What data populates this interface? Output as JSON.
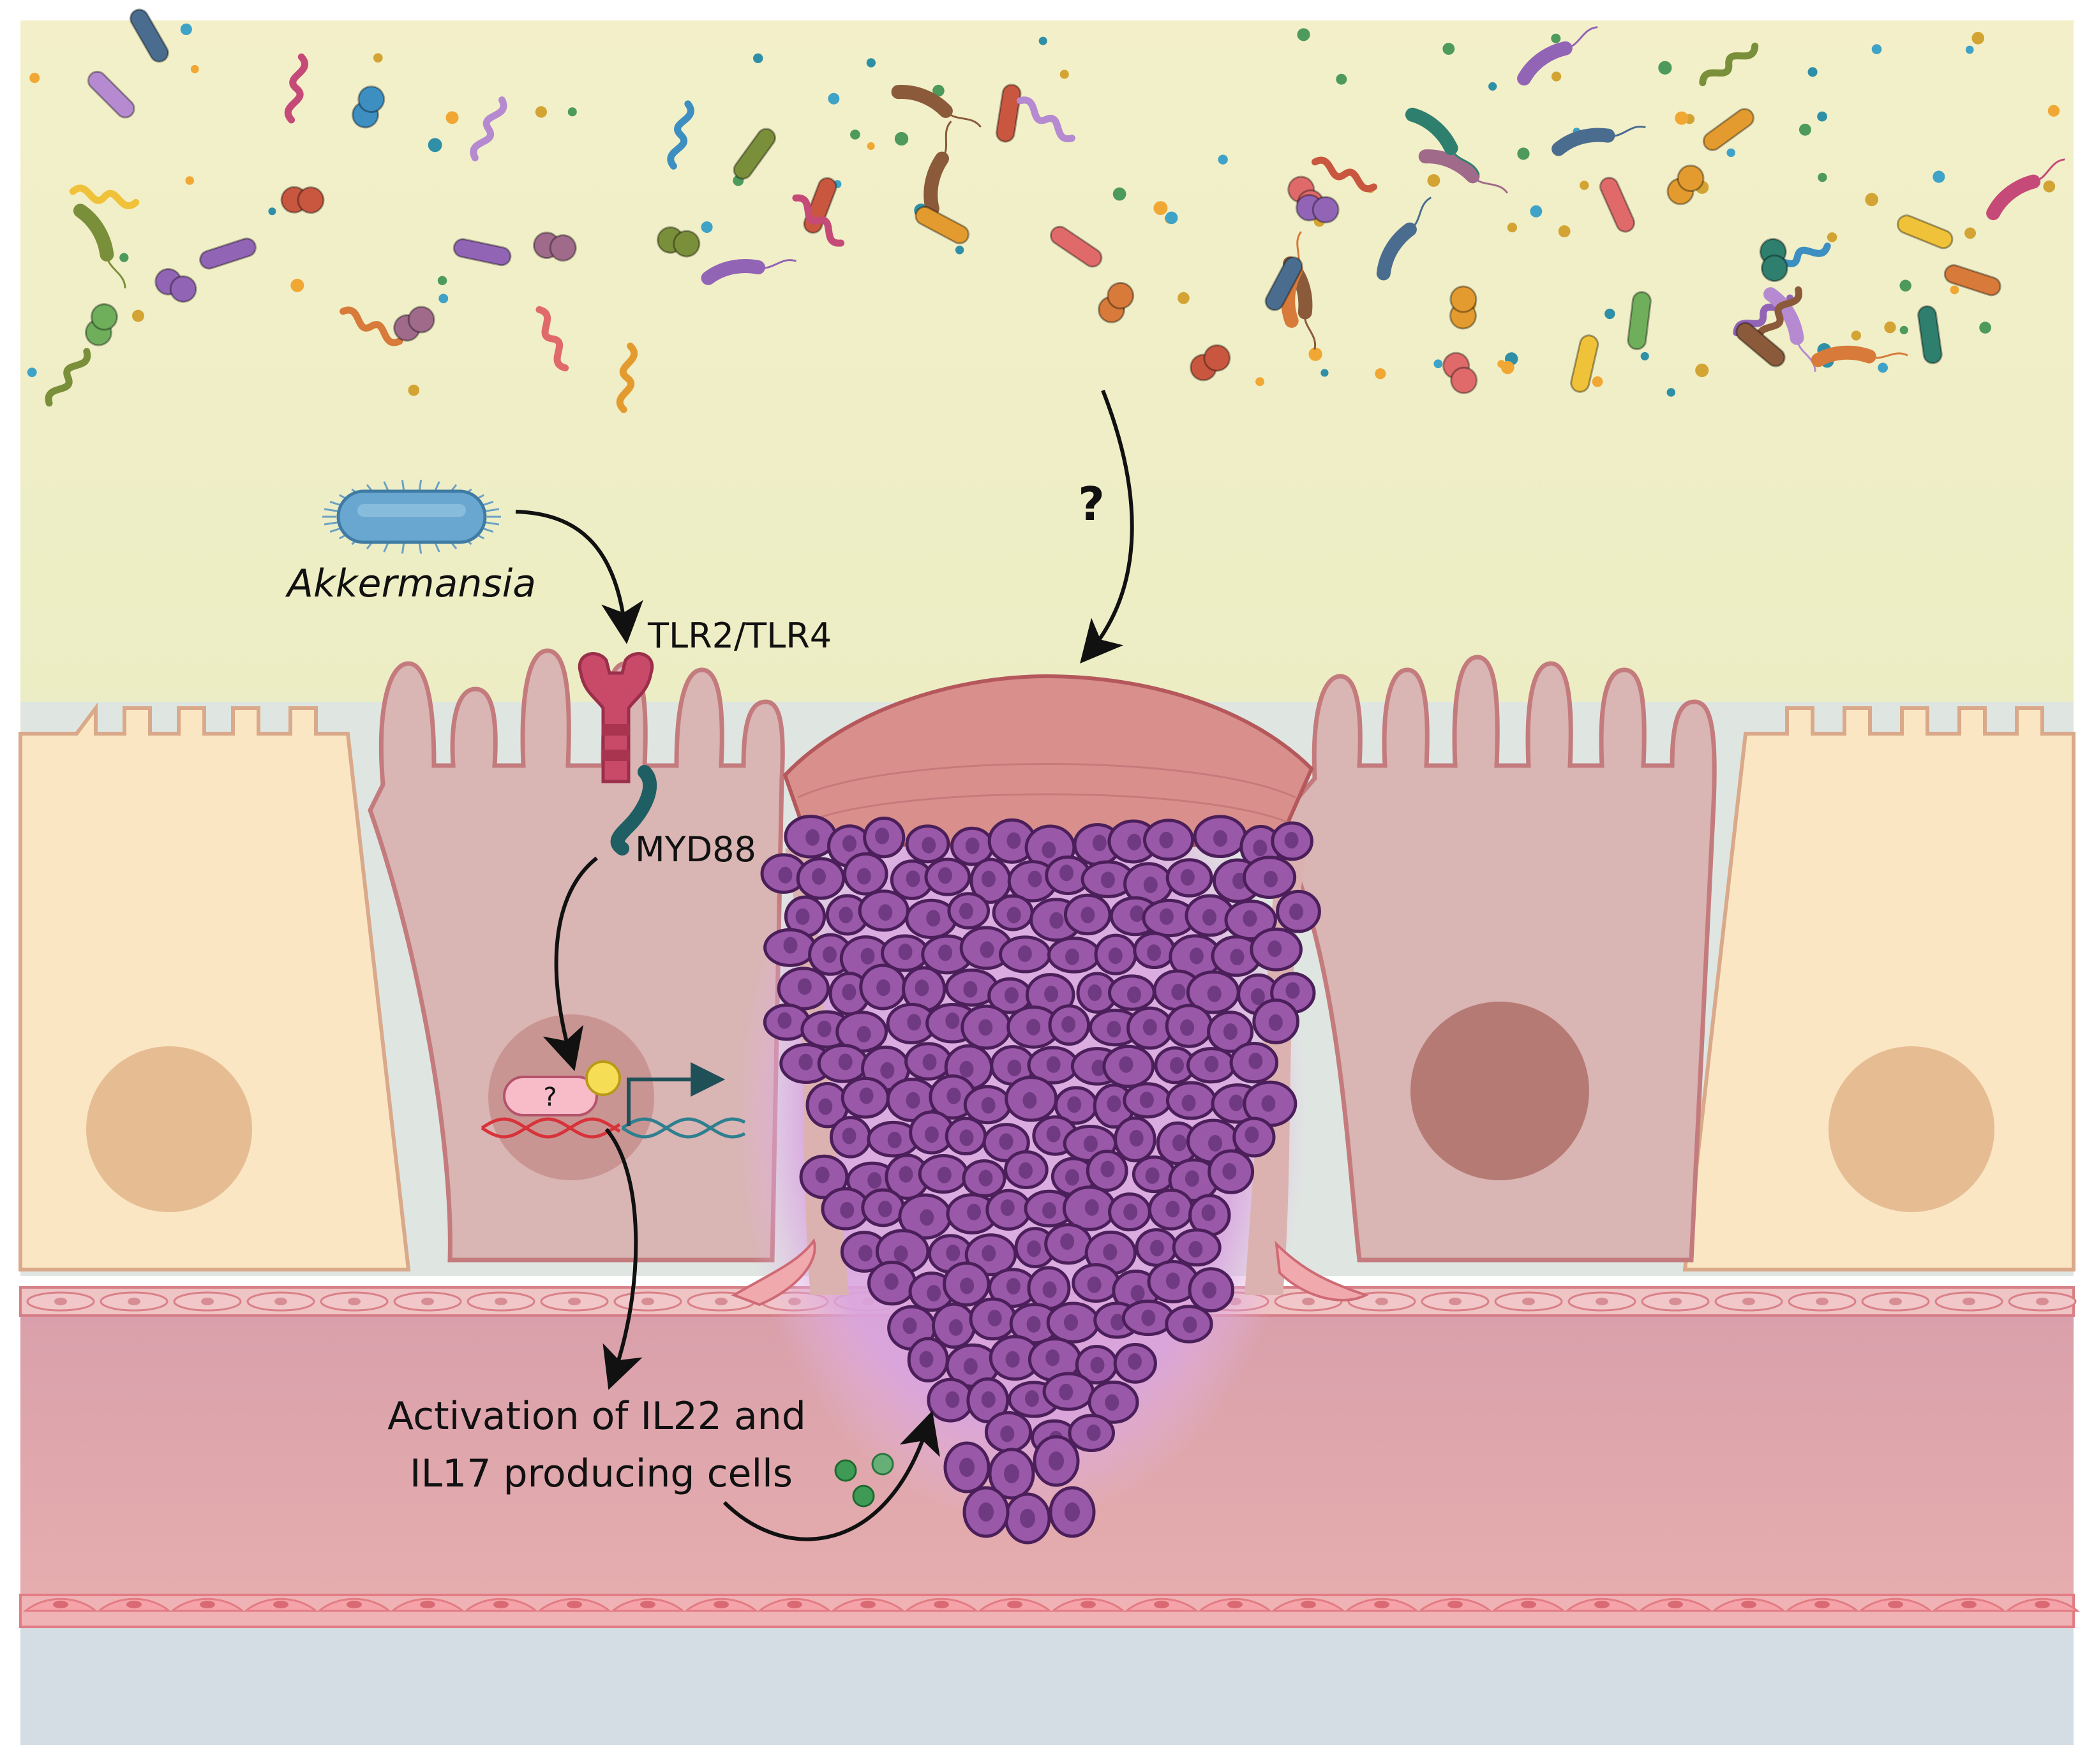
{
  "labels": {
    "akkermansia": "Akkermansia",
    "receptor": "TLR2/TLR4",
    "adaptor": "MYD88",
    "unknown_factor": "?",
    "unknown_route": "?",
    "activation_line1": "Activation of IL22 and",
    "activation_line2": "IL17 producing cells"
  },
  "colors": {
    "lumen": "#f1efc8",
    "epithelial_cell": "#fbe6c4",
    "signalling_cell": "#d9b5b3",
    "tumor": "#9b5aa8",
    "tissue": "#d99aa4",
    "arrow": "#111111"
  }
}
